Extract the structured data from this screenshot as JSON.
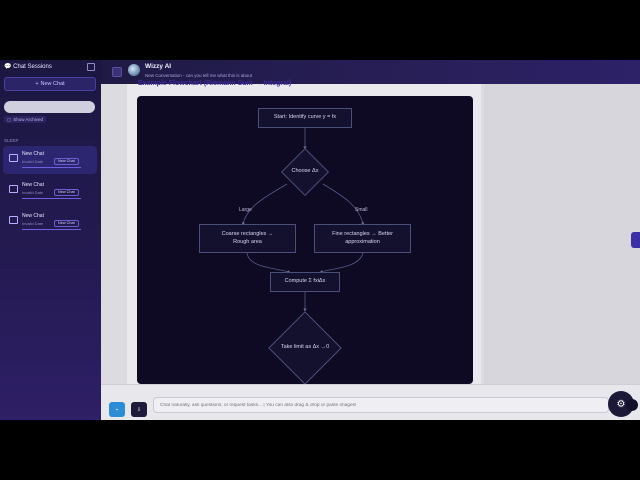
{
  "sidebar": {
    "title": "Chat Sessions",
    "new_chat_label": "New Chat",
    "show_archived_label": "Show Archived",
    "section_label": "SLEEP",
    "sessions": [
      {
        "title": "New Chat",
        "meta": "Invalid Date",
        "tag": "New Chat"
      },
      {
        "title": "New Chat",
        "meta": "Invalid Date",
        "tag": "New Chat"
      },
      {
        "title": "New Chat",
        "meta": "Invalid Date",
        "tag": "New Chat"
      }
    ]
  },
  "header": {
    "title": "Wizzy AI",
    "subtitle": "New Conversation - can you tell me what this is about"
  },
  "document": {
    "heading": "Example Flowchart (Riemann Sum → Integral)"
  },
  "flowchart": {
    "start": "Start: Identify curve y = fx",
    "choose": "Choose Δx",
    "edge_large": "Large",
    "edge_small": "Small",
    "coarse_line1": "Coarse rectangles →",
    "coarse_line2": "Rough area",
    "fine_line1": "Fine rectangles → Better",
    "fine_line2": "approximation",
    "compute": "Compute Σ fxiΔx",
    "limit": "Take limit as Δx →0"
  },
  "composer": {
    "btn1_label": "⌁",
    "btn2_label": "⇩",
    "placeholder": "Chat naturally, ask questions, or request tasks... | You can also drag & drop or paste images!",
    "settings_icon": "gear-icon"
  },
  "colors": {
    "sidebar_bg": "#241a52",
    "accent": "#6d5fe0",
    "flow_bg": "#0f0a24",
    "node_border": "#4a4f7a"
  }
}
